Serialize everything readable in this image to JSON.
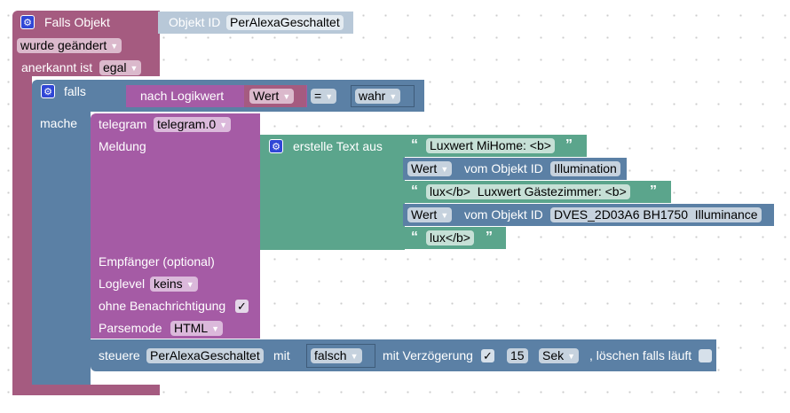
{
  "trigger": {
    "title": "Falls Objekt",
    "object_id_label": "Objekt ID",
    "object_id_value": "PerAlexaGeschaltet",
    "change_option": "wurde geändert",
    "ack_label": "anerkannt ist",
    "ack_option": "egal"
  },
  "if_block": {
    "label": "falls",
    "to_bool_label": "nach Logikwert",
    "value_option": "Wert",
    "operator": "=",
    "compare_value": "wahr",
    "do_label": "mache"
  },
  "telegram": {
    "label": "telegram",
    "instance": "telegram.0",
    "message_label": "Meldung",
    "recipient_label": "Empfänger (optional)",
    "loglevel_label": "Loglevel",
    "loglevel_value": "keins",
    "silent_label": "ohne Benachrichtigung",
    "silent_checked": "✓",
    "parsemode_label": "Parsemode",
    "parsemode_value": "HTML"
  },
  "text_join": {
    "label": "erstelle Text aus",
    "items": [
      {
        "type": "text",
        "value": "Luxwert MiHome: <b>"
      },
      {
        "type": "get",
        "option": "Wert",
        "of_label": "vom Objekt ID",
        "object": "Illumination"
      },
      {
        "type": "text",
        "value": "lux</b>  Luxwert Gästezimmer: <b>"
      },
      {
        "type": "get",
        "option": "Wert",
        "of_label": "vom Objekt ID",
        "object": "DVES_2D03A6 BH1750  Illuminance"
      },
      {
        "type": "text",
        "value": "lux</b>"
      }
    ]
  },
  "control": {
    "label": "steuere",
    "object": "PerAlexaGeschaltet",
    "with_label": "mit",
    "value": "falsch",
    "delay_label": "mit Verzögerung",
    "delay_checked": "✓",
    "delay_value": "15",
    "unit": "Sek",
    "clear_label": ", löschen falls läuft",
    "clear_checked": ""
  },
  "icons": {
    "gear": "⚙",
    "open_quote": "“",
    "close_quote": "”",
    "dropdown": "▼"
  }
}
